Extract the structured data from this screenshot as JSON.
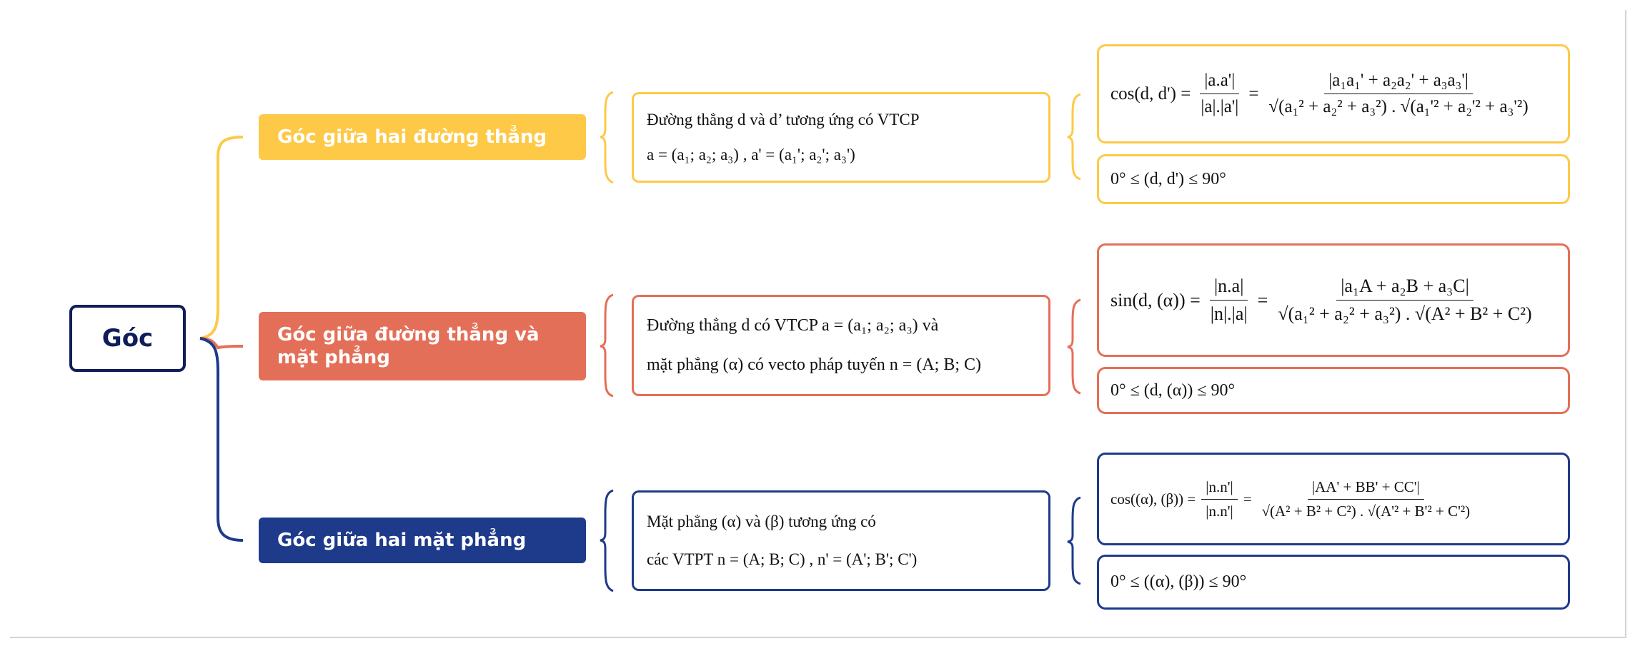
{
  "colors": {
    "navy": "#0f1d5a",
    "yellow": "#fdc947",
    "coral": "#e46f58",
    "blue": "#1e3a8a"
  },
  "root": {
    "label": "Góc"
  },
  "branches": [
    {
      "label": "Góc giữa hai đường thẳng",
      "desc": [
        "Đường thẳng d và d’ tương ứng có VTCP",
        "a = (a₁; a₂; a₃) ,  a' = (a₁'; a₂'; a₃')"
      ],
      "formula": {
        "lhs": "cos(d, d') =",
        "num1": "|a.a'|",
        "den1": "|a|.|a'|",
        "mid": "=",
        "num2": "|a₁a₁' + a₂a₂' + a₃a₃'|",
        "den2": "√(a₁² + a₂² + a₃²) . √(a₁'² + a₂'² + a₃'²)"
      },
      "range": "0° ≤ (d, d') ≤ 90°"
    },
    {
      "label": "Góc giữa đường thẳng và mặt phẳng",
      "desc": [
        "Đường thẳng d có VTCP a = (a₁; a₂; a₃)  và",
        "mặt phẳng (α) có vecto pháp tuyến n = (A; B; C)"
      ],
      "formula": {
        "lhs": "sin(d, (α)) =",
        "num1": "|n.a|",
        "den1": "|n|.|a|",
        "mid": "=",
        "num2": "|a₁A + a₂B + a₃C|",
        "den2": "√(a₁² + a₂² + a₃²) . √(A² + B² + C²)"
      },
      "range": "0° ≤ (d, (α)) ≤ 90°"
    },
    {
      "label": "Góc giữa hai mặt phẳng",
      "desc": [
        "Mặt phẳng (α) và (β) tương ứng có",
        "các VTPT n = (A; B; C) ,  n' = (A'; B'; C')"
      ],
      "formula": {
        "lhs": "cos((α), (β)) =",
        "num1": "|n.n'|",
        "den1": "|n.n'|",
        "mid": "=",
        "num2": "|AA' + BB' + CC'|",
        "den2": "√(A² + B² + C²) . √(A'² + B'² + C'²)"
      },
      "range": "0° ≤ ((α), (β)) ≤ 90°"
    }
  ]
}
